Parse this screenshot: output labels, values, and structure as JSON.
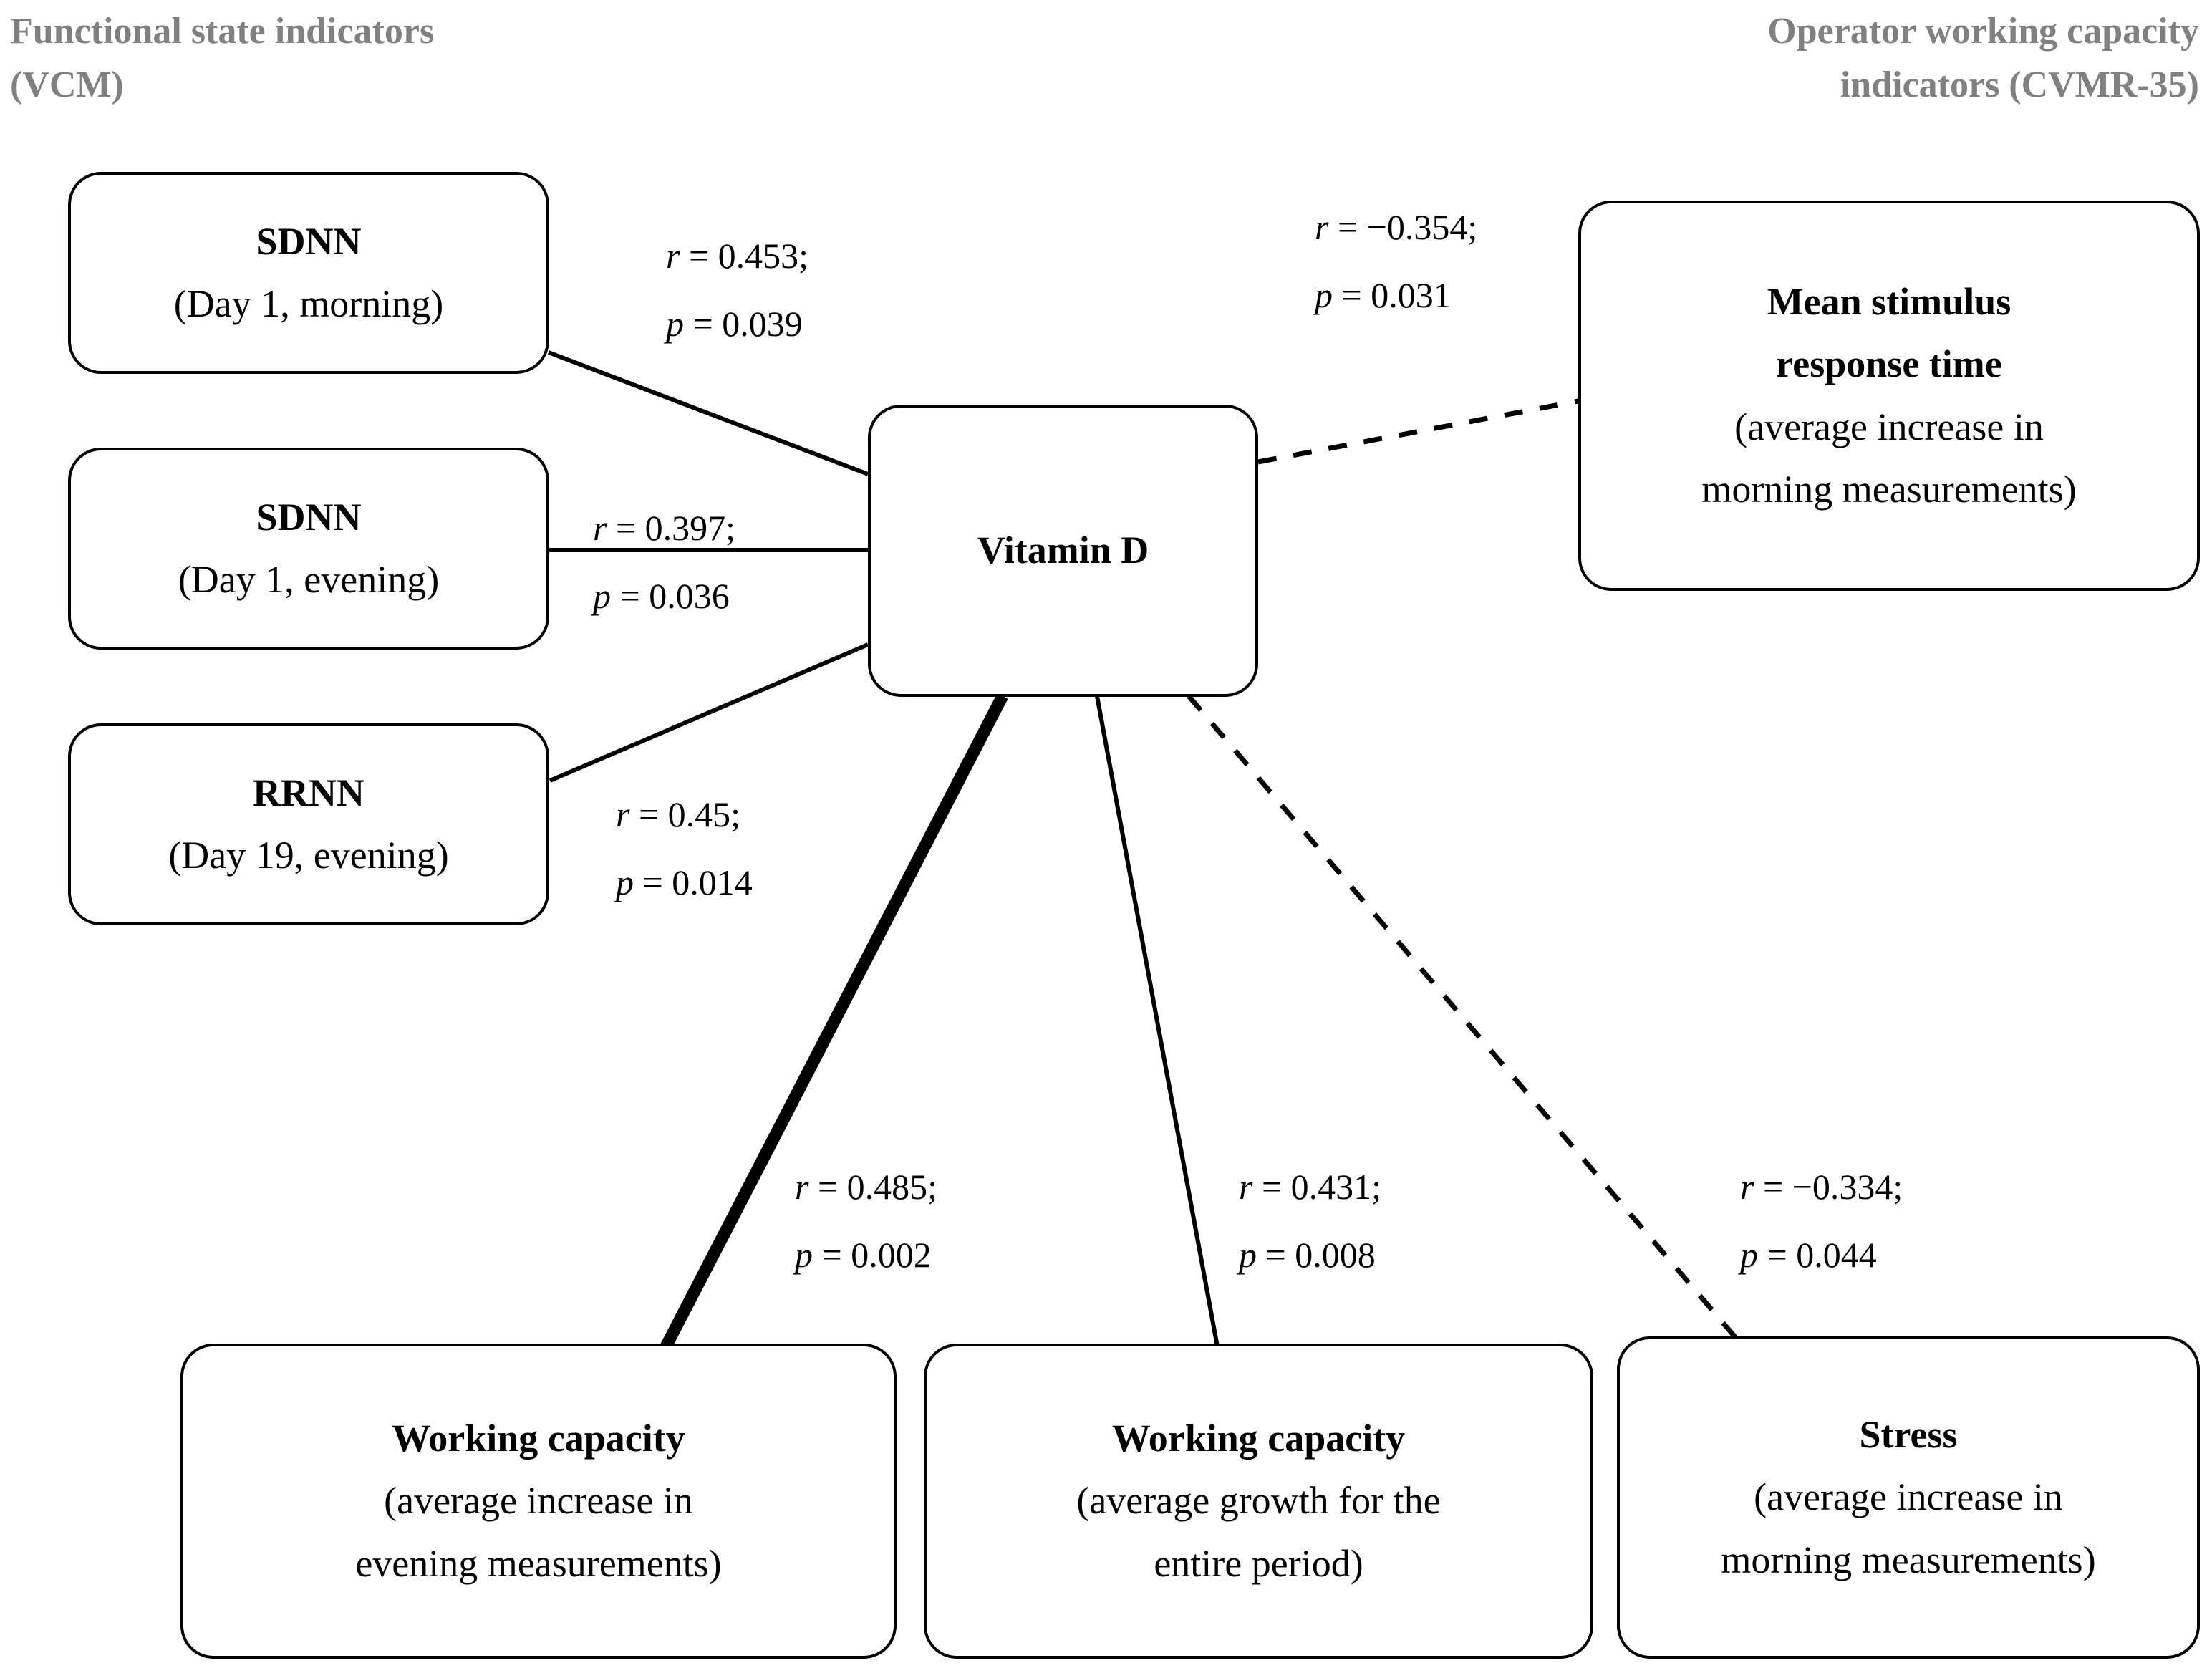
{
  "headers": {
    "left": "Functional state indicators (VCM)",
    "left_line1": "Functional state indicators",
    "left_line2": "(VCM)",
    "right": "Operator working capacity indicators (CVMR-35)",
    "right_line1": "Operator working capacity",
    "right_line2": "indicators (CVMR-35)",
    "color": "#808080"
  },
  "nodes": {
    "center": {
      "title": "Vitamin D",
      "subtitle": ""
    },
    "left": [
      {
        "title": "SDNN",
        "subtitle": "(Day 1, morning)"
      },
      {
        "title": "SDNN",
        "subtitle": "(Day 1, evening)"
      },
      {
        "title": "RRNN",
        "subtitle": "(Day 19, evening)"
      }
    ],
    "right": [
      {
        "title_line1": "Mean stimulus",
        "title_line2": "response time",
        "sub_line1": "(average increase in",
        "sub_line2": "morning measurements)"
      }
    ],
    "bottom": [
      {
        "title": "Working capacity",
        "sub_line1": "(average increase in",
        "sub_line2": "evening measurements)"
      },
      {
        "title": "Working capacity",
        "sub_line1": "(average growth for the",
        "sub_line2": "entire period)"
      },
      {
        "title": "Stress",
        "sub_line1": "(average increase in",
        "sub_line2": "morning measurements)"
      }
    ]
  },
  "edges": [
    {
      "id": "sdnn-morning-vitd",
      "from": "SDNN (Day 1, morning)",
      "to": "Vitamin D",
      "r": "r = 0.453;",
      "p": "p = 0.039",
      "r_value": 0.453,
      "p_value": 0.039,
      "style": "solid",
      "weight": "thin"
    },
    {
      "id": "sdnn-evening-vitd",
      "from": "SDNN (Day 1, evening)",
      "to": "Vitamin D",
      "r": "r = 0.397;",
      "p": "p = 0.036",
      "r_value": 0.397,
      "p_value": 0.036,
      "style": "solid",
      "weight": "thin"
    },
    {
      "id": "rrnn-vitd",
      "from": "RRNN (Day 19, evening)",
      "to": "Vitamin D",
      "r": "r = 0.45;",
      "p": "p = 0.014",
      "r_value": 0.45,
      "p_value": 0.014,
      "style": "solid",
      "weight": "thin"
    },
    {
      "id": "vitd-response-time",
      "from": "Vitamin D",
      "to": "Mean stimulus response time",
      "r": "r = −0.354;",
      "p": "p = 0.031",
      "r_value": -0.354,
      "p_value": 0.031,
      "style": "dashed",
      "weight": "thin"
    },
    {
      "id": "vitd-wc-evening",
      "from": "Vitamin D",
      "to": "Working capacity (average increase in evening measurements)",
      "r": "r = 0.485;",
      "p": "p = 0.002",
      "r_value": 0.485,
      "p_value": 0.002,
      "style": "solid",
      "weight": "thick"
    },
    {
      "id": "vitd-wc-period",
      "from": "Vitamin D",
      "to": "Working capacity (average growth for the entire period)",
      "r": "r = 0.431;",
      "p": "p = 0.008",
      "r_value": 0.431,
      "p_value": 0.008,
      "style": "solid",
      "weight": "thin"
    },
    {
      "id": "vitd-stress",
      "from": "Vitamin D",
      "to": "Stress (average increase in morning measurements)",
      "r": "r = −0.334;",
      "p": "p = 0.044",
      "r_value": -0.334,
      "p_value": 0.044,
      "style": "dashed",
      "weight": "thin"
    }
  ]
}
